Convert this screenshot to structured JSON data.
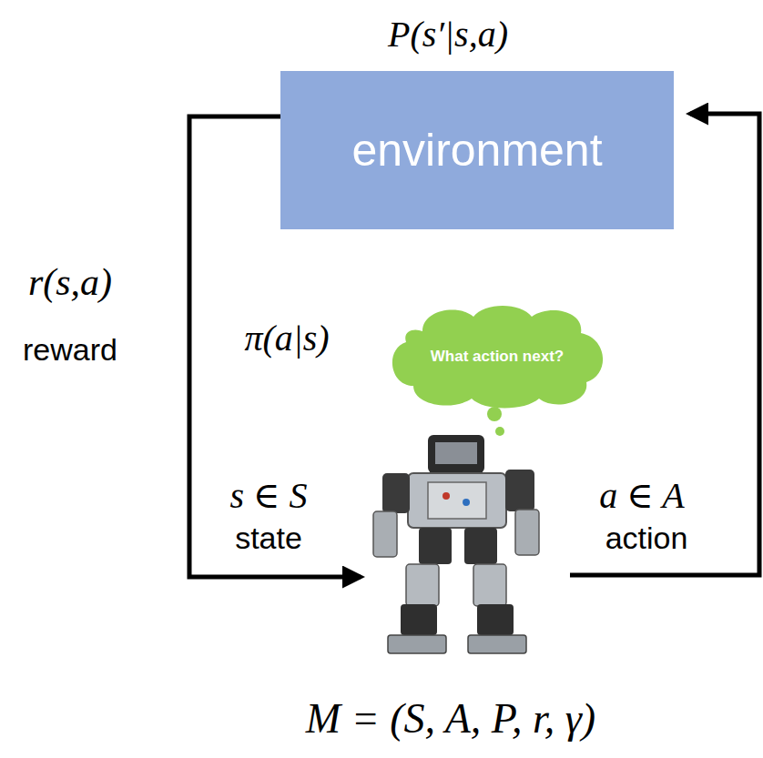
{
  "diagram": {
    "nodes": [
      {
        "text": [
          "environment"
        ]
      },
      {
        "text": [
          "What action next?"
        ]
      }
    ],
    "labels": [
      "P(s′|s,a)",
      "r(s,a)",
      "reward",
      "π(a|s)",
      "s ∈ S",
      "state",
      "a ∈ A",
      "action",
      "M = (S, A, P, r, γ)"
    ]
  }
}
